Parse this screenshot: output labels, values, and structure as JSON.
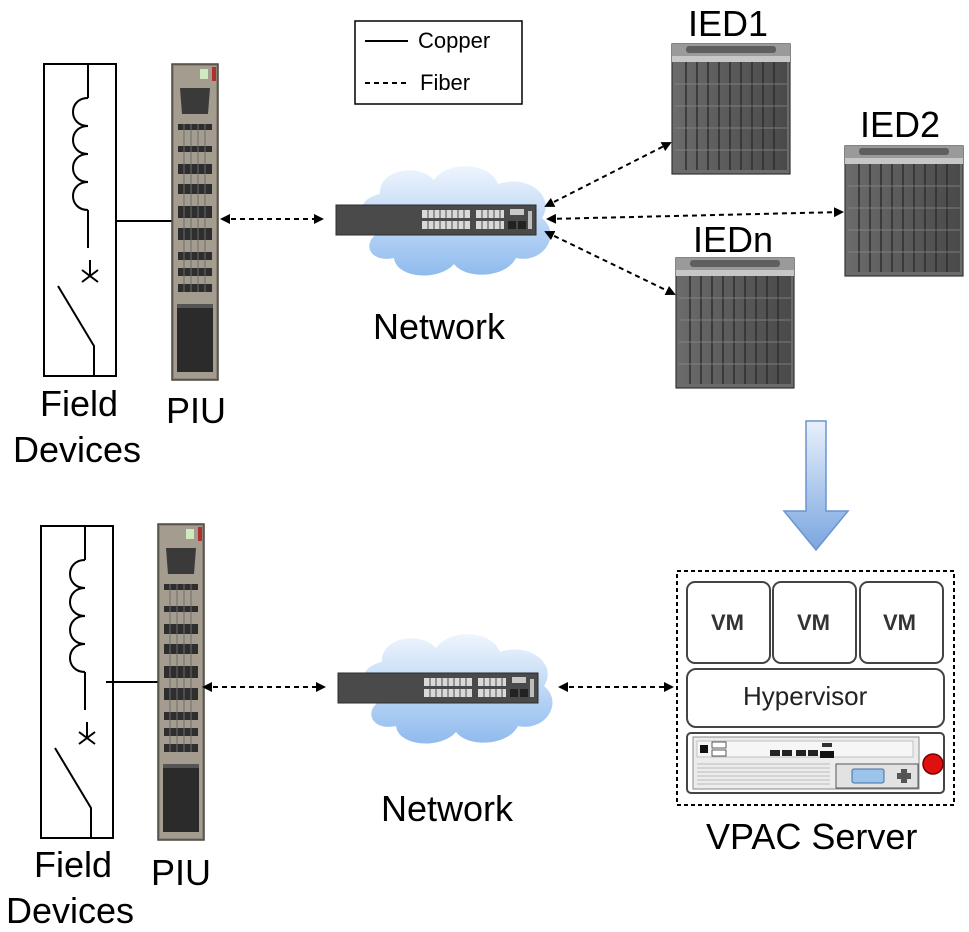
{
  "legend": {
    "copper_label": "Copper",
    "fiber_label": "Fiber"
  },
  "top": {
    "field_devices_label_line1": "Field",
    "field_devices_label_line2": "Devices",
    "piu_label": "PIU",
    "network_label": "Network",
    "ieds": [
      "IED1",
      "IED2",
      "IEDn"
    ]
  },
  "bottom": {
    "field_devices_label_line1": "Field",
    "field_devices_label_line2": "Devices",
    "piu_label": "PIU",
    "network_label": "Network",
    "vms": [
      "VM",
      "VM",
      "VM"
    ],
    "hypervisor_label": "Hypervisor",
    "server_label": "VPAC Server"
  },
  "colors": {
    "device_gray": "#5a5a5a",
    "cloud_blue": "#bcd6f2",
    "arrow_blue": "#9ec0ea",
    "server_led": "#e01010"
  },
  "icons": [
    "coil-icon",
    "switch-contact-icon",
    "rack-unit-icon",
    "network-switch-icon",
    "cloud-icon",
    "ied-chassis-icon",
    "server-icon",
    "flow-arrow-icon"
  ]
}
